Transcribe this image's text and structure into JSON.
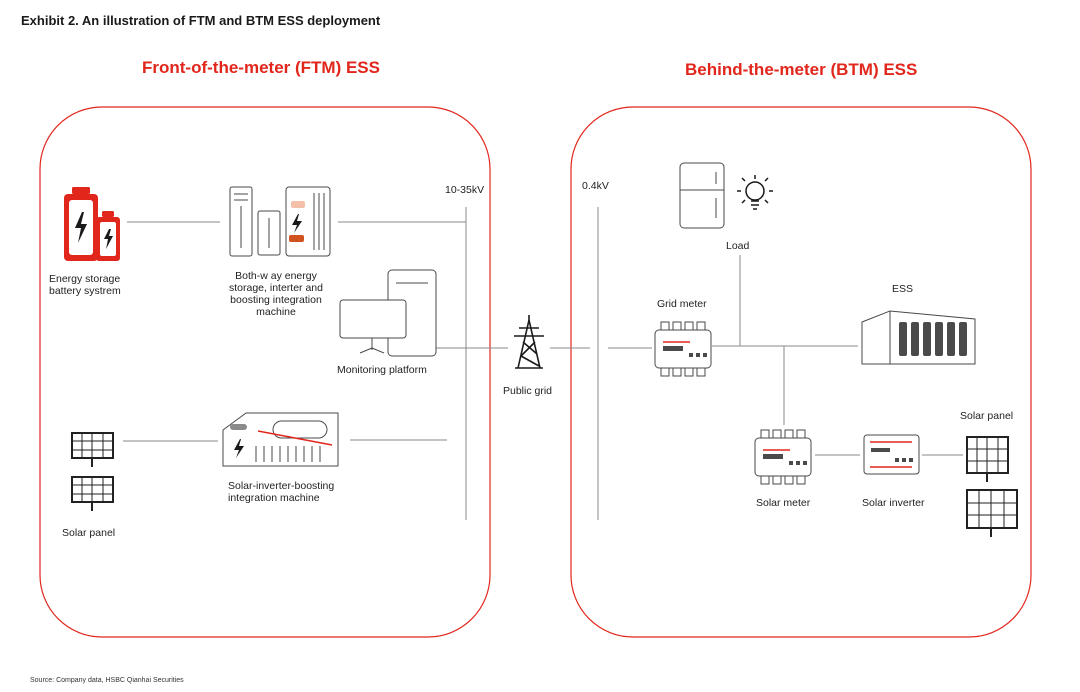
{
  "exhibit_title": "Exhibit 2. An illustration of FTM and BTM ESS deployment",
  "ftm": {
    "title": "Front-of-the-meter (FTM) ESS",
    "voltage": "10-35kV",
    "labels": {
      "battery_line1": "Energy storage",
      "battery_line2": "battery systrem",
      "bothway_line1": "Both-w ay energy",
      "bothway_line2": "storage, interter and",
      "bothway_line3": "boosting integration",
      "bothway_line4": "machine",
      "monitoring": "Monitoring platform",
      "solar_inverter_line1": "Solar-inverter-boosting",
      "solar_inverter_line2": "integration machine",
      "solar_panel": "Solar panel"
    }
  },
  "public_grid": "Public grid",
  "btm": {
    "title": "Behind-the-meter (BTM) ESS",
    "voltage": "0.4kV",
    "labels": {
      "load": "Load",
      "grid_meter": "Grid meter",
      "ess": "ESS",
      "solar_meter": "Solar meter",
      "solar_inverter": "Solar inverter",
      "solar_panel": "Solar panel"
    }
  },
  "source": "Source: Company data, HSBC Qianhai Securities",
  "colors": {
    "accent": "#e1261c",
    "line": "#8a8a8a",
    "icon": "#4a4a4a"
  }
}
